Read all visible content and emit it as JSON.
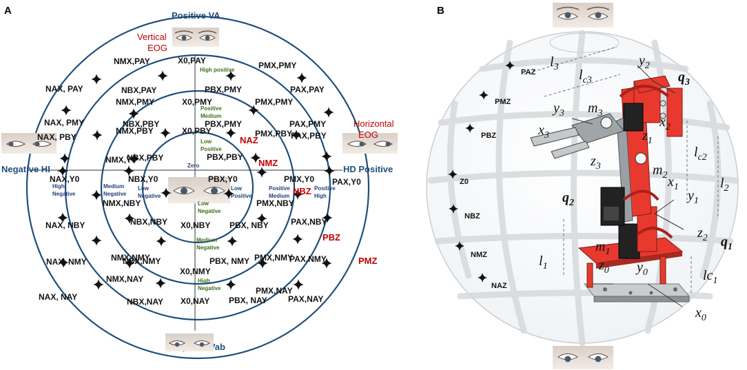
{
  "panel_a": {
    "label": "A",
    "axes": {
      "top": "Positive VA",
      "bottom": "Negative Vab",
      "left": "Negative HI",
      "right": "HD Positive"
    },
    "eog": {
      "vertical": "Vertical\nEOG",
      "horizontal": "Horizontal\nEOG"
    },
    "zero": "Zero",
    "level_labels": [
      {
        "id": "high-positive",
        "text": "High positive",
        "color": "#3b6e1a"
      },
      {
        "id": "positive-medium",
        "text": "Positive\nMedium",
        "color": "#3b6e1a"
      },
      {
        "id": "low-positive-top",
        "text": "Low\nPositive",
        "color": "#3b6e1a"
      },
      {
        "id": "low-negative-bottom",
        "text": "Low\nNegative",
        "color": "#3b6e1a"
      },
      {
        "id": "medium-negative-bottom",
        "text": "Medium\nNegative",
        "color": "#3b6e1a"
      },
      {
        "id": "high-negative-bottom",
        "text": "High\nNegative",
        "color": "#3b6e1a"
      },
      {
        "id": "high-negative-left",
        "text": "High\nNegative",
        "color": "#1f3f7a"
      },
      {
        "id": "medium-negative-left",
        "text": "Medium\nNegative",
        "color": "#1f3f7a"
      },
      {
        "id": "low-negative-left",
        "text": "Low\nNegative",
        "color": "#1f3f7a"
      },
      {
        "id": "low-positive-right",
        "text": "Low\nPositive",
        "color": "#1f3f7a"
      },
      {
        "id": "positive-medium-right",
        "text": "Positive\nMedium",
        "color": "#1f3f7a"
      },
      {
        "id": "positive-high-right",
        "text": "Positive\nHigh",
        "color": "#1f3f7a"
      }
    ],
    "z_labels": [
      "NAZ",
      "NMZ",
      "NBZ",
      "PBZ",
      "PMZ"
    ],
    "points": [
      "X0,PAY",
      "NMX,PAY",
      "PMX,PMY",
      "NAX, PAY",
      "NBX,PAY",
      "PBX,PMY",
      "PAX,PAY",
      "NMX,PMY",
      "X0,PMY",
      "PMX,PMY",
      "NAX, PMY",
      "NBX,PBY",
      "PBX,PMY",
      "PAX,PMY",
      "NMX,PBY",
      "X0,PBY",
      "PMX,PBY",
      "NAX, PBY",
      "NBX,PBY",
      "PBX,PBY",
      "PAX,PBY",
      "NMX,Y0",
      "NAX,Y0",
      "NBX,Y0",
      "PBX,Y0",
      "PMX,Y0",
      "PAX,Y0",
      "NMX,NBY",
      "PMX,NBY",
      "NBX,NBY",
      "X0,NBY",
      "PBX, NBY",
      "NAX, NBY",
      "PAX,NBY",
      "NMX,NMY",
      "PMX,NMY",
      "NBX,NMY",
      "PBX, NMY",
      "NAX, NMY",
      "PAX,NMY",
      "X0,NMY",
      "NMX,NAY",
      "PMX,NAY",
      "NBX,NAY",
      "X0,NAY",
      "PBX, NAY",
      "NAX, NAY",
      "PAX,NAY"
    ]
  },
  "panel_b": {
    "label": "B",
    "z_labels": [
      "PAZ",
      "PMZ",
      "PBZ",
      "Z0",
      "NBZ",
      "NMZ",
      "NAZ"
    ],
    "symbols": {
      "l3": "l",
      "l3_sub": "3",
      "lc3": "l",
      "lc3_sub": "c3",
      "y2": "y",
      "y2_sub": "2",
      "q3": "q",
      "q3_sub": "3",
      "y3": "y",
      "y3_sub": "3",
      "m3": "m",
      "m3_sub": "3",
      "x2": "x",
      "x2_sub": "2",
      "x3": "x",
      "x3_sub": "3",
      "z1": "z",
      "z1_sub": "1",
      "m2": "m",
      "m2_sub": "2",
      "lc2": "l",
      "lc2_sub": "c2",
      "l2": "l",
      "l2_sub": "2",
      "z3": "z",
      "z3_sub": "3",
      "x1": "x",
      "x1_sub": "1",
      "q2": "q",
      "q2_sub": "2",
      "y1": "y",
      "y1_sub": "1",
      "z2": "z",
      "z2_sub": "2",
      "q1": "q",
      "q1_sub": "1",
      "m1": "m",
      "m1_sub": "1",
      "l1": "l",
      "l1_sub": "1",
      "z0": "z",
      "z0_sub": "0",
      "y0": "y",
      "y0_sub": "0",
      "lc1": "lc",
      "lc1_sub": "1",
      "x0": "x",
      "x0_sub": "0"
    }
  },
  "colors": {
    "ring": "#1f4e79",
    "red": "#c00000",
    "label_blue": "#1f3f7a",
    "robot_red": "#e8392f"
  }
}
